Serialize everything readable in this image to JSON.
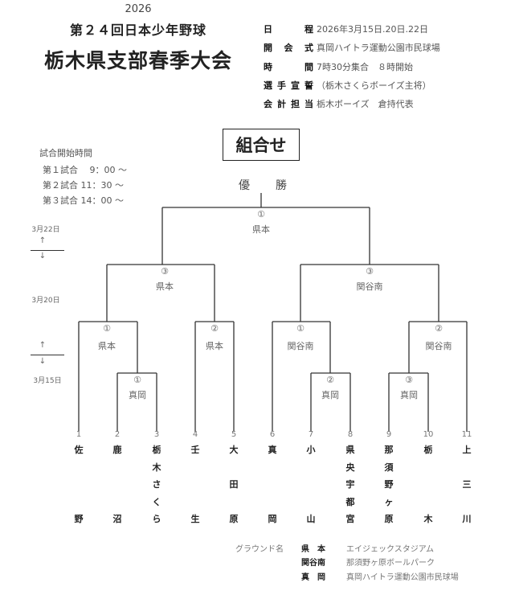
{
  "header": {
    "year": "2026",
    "title_line1": "第２４回日本少年野球",
    "title_line2": "栃木県支部春季大会"
  },
  "info": [
    {
      "label_chars": [
        "日",
        "程"
      ],
      "value": "2026年3月15日.20日.22日"
    },
    {
      "label_chars": [
        "開",
        "会",
        "式"
      ],
      "value": "真岡ハイトラ運動公園市民球場"
    },
    {
      "label_chars": [
        "時",
        "間"
      ],
      "value": "7時30分集合　８時開始"
    },
    {
      "label_chars": [
        "選",
        "手",
        "宣",
        "誓"
      ],
      "value": "（栃木さくらボーイズ主将）"
    },
    {
      "label_chars": [
        "会",
        "計",
        "担",
        "当"
      ],
      "value": "栃木ボーイズ　倉持代表"
    }
  ],
  "bracket_title": "組合せ",
  "start_times": {
    "heading": "試合開始時間",
    "games": [
      "第１試合　 9：00 ～",
      "第２試合  11：30 ～",
      "第３試合  14：00 ～"
    ]
  },
  "champion": [
    "優",
    "勝"
  ],
  "dates": {
    "final": "3月22日",
    "semi": "3月20日",
    "first": "3月15日",
    "up_arrow": "↑",
    "down_arrow": "↓"
  },
  "matches": {
    "final": {
      "no": "①",
      "venue": "県本"
    },
    "semi_left": {
      "no": "③",
      "venue": "県本"
    },
    "semi_right": {
      "no": "③",
      "venue": "関谷南"
    },
    "qf1": {
      "no": "①",
      "venue": "県本"
    },
    "qf2": {
      "no": "②",
      "venue": "県本"
    },
    "qf3": {
      "no": "①",
      "venue": "関谷南"
    },
    "qf4": {
      "no": "②",
      "venue": "関谷南"
    },
    "r1a": {
      "no": "①",
      "venue": "真岡"
    },
    "r1b": {
      "no": "②",
      "venue": "真岡"
    },
    "r1c": {
      "no": "③",
      "venue": "真岡"
    }
  },
  "teams": [
    {
      "no": "1",
      "name": [
        "佐",
        "",
        "",
        "",
        "野"
      ]
    },
    {
      "no": "2",
      "name": [
        "鹿",
        "",
        "",
        "",
        "沼"
      ]
    },
    {
      "no": "3",
      "name": [
        "栃",
        "木",
        "さ",
        "く",
        "ら"
      ]
    },
    {
      "no": "4",
      "name": [
        "壬",
        "",
        "",
        "",
        "生"
      ]
    },
    {
      "no": "5",
      "name": [
        "大",
        "",
        "田",
        "",
        "原"
      ]
    },
    {
      "no": "6",
      "name": [
        "真",
        "",
        "",
        "",
        "岡"
      ]
    },
    {
      "no": "7",
      "name": [
        "小",
        "",
        "",
        "",
        "山"
      ]
    },
    {
      "no": "8",
      "name": [
        "県",
        "央",
        "宇",
        "都",
        "宮"
      ]
    },
    {
      "no": "9",
      "name": [
        "那",
        "須",
        "野",
        "ヶ",
        "原"
      ]
    },
    {
      "no": "10",
      "name": [
        "栃",
        "",
        "",
        "",
        "木"
      ]
    },
    {
      "no": "11",
      "name": [
        "上",
        "",
        "三",
        "",
        "川"
      ]
    }
  ],
  "grounds": {
    "heading": "グラウンド名",
    "items": [
      {
        "short": "県　本",
        "name": "エイジェックスタジアム"
      },
      {
        "short": "関谷南",
        "name": "那須野ヶ原ボールパーク"
      },
      {
        "short": "真　岡",
        "name": "真岡ハイトラ運動公園市民球場"
      }
    ]
  }
}
